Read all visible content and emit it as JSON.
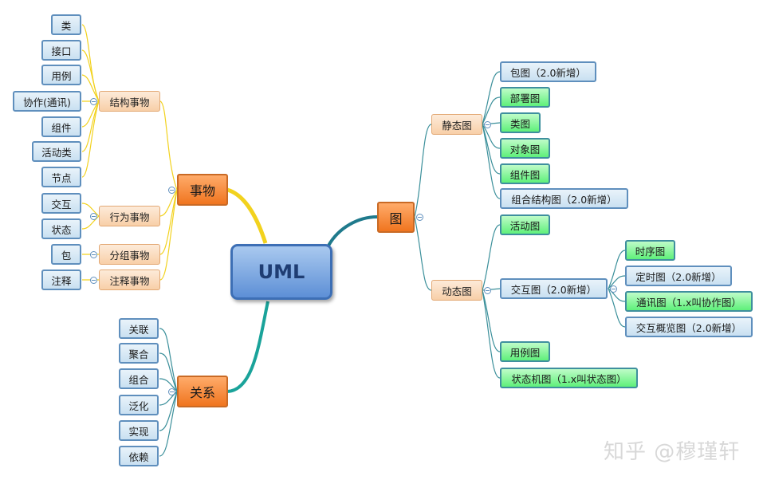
{
  "root": {
    "label": "UML"
  },
  "branches": {
    "things": {
      "label": "事物",
      "structural": {
        "label": "结构事物",
        "items": [
          "类",
          "接口",
          "用例",
          "协作(通讯)",
          "组件",
          "活动类",
          "节点"
        ]
      },
      "behavioral": {
        "label": "行为事物",
        "items": [
          "交互",
          "状态"
        ]
      },
      "grouping": {
        "label": "分组事物",
        "items": [
          "包"
        ]
      },
      "annotation": {
        "label": "注释事物",
        "items": [
          "注释"
        ]
      }
    },
    "relations": {
      "label": "关系",
      "items": [
        "关联",
        "聚合",
        "组合",
        "泛化",
        "实现",
        "依赖"
      ]
    },
    "diagrams": {
      "label": "图",
      "static": {
        "label": "静态图",
        "items": [
          "包图（2.0新增）",
          "部署图",
          "类图",
          "对象图",
          "组件图",
          "组合结构图（2.0新增）"
        ]
      },
      "dynamic": {
        "label": "动态图",
        "items": [
          "活动图",
          "交互图（2.0新增）",
          "用例图",
          "状态机图（1.x叫状态图）"
        ],
        "interaction_items": [
          "时序图",
          "定时图（2.0新增）",
          "通讯图（1.x叫协作图）",
          "交互概览图（2.0新增）"
        ]
      }
    }
  },
  "watermark": "知乎 @穆瑾轩",
  "colors": {
    "things_link": "#f2d21e",
    "relations_link": "#1aa39a",
    "diagrams_link": "#1f7a8c",
    "leaf_link": "#3a8f9a"
  }
}
